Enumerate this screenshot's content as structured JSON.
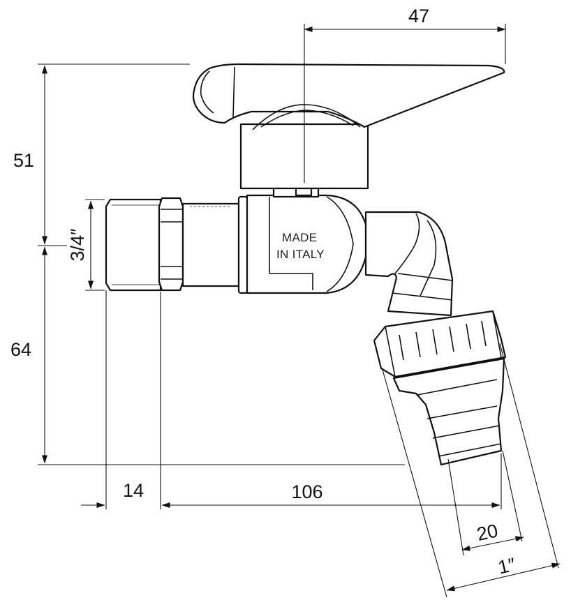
{
  "drawing": {
    "dimensions": {
      "handle_width": "47",
      "height_above_axis": "51",
      "height_below_axis": "64",
      "thread_size": "3/4″",
      "thread_length": "14",
      "spout_reach": "106",
      "hose_tail_diameter": "20",
      "outlet_thread": "1″"
    },
    "body_stamp": {
      "line1": "MADE",
      "line2": "IN ITALY"
    }
  }
}
